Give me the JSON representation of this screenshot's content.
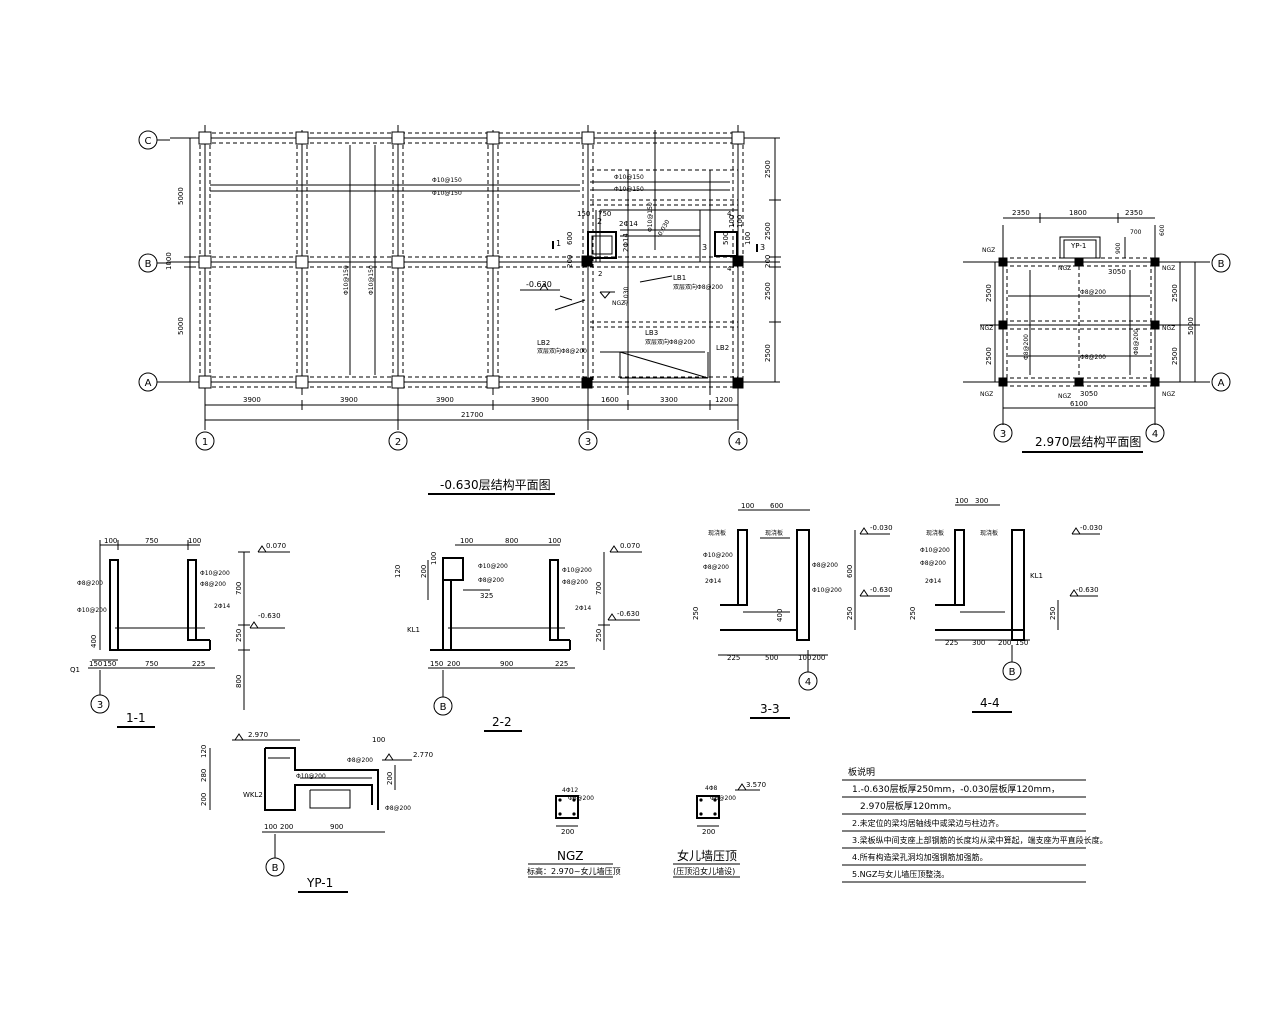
{
  "main_plan": {
    "title": "-0.630层结构平面图",
    "axes_h": [
      "A",
      "B",
      "C"
    ],
    "axes_v": [
      "1",
      "2",
      "3",
      "4"
    ],
    "dims_bottom": [
      "3900",
      "3900",
      "3900",
      "3900",
      "1600",
      "3300",
      "1200"
    ],
    "dim_total": "21700",
    "dims_left": [
      "5000",
      "1000",
      "5000"
    ],
    "dims_right": [
      "2500",
      "2500",
      "200",
      "2500",
      "2500"
    ],
    "rebar_h1": "Φ10@150",
    "rebar_h2": "Φ10@150",
    "rebar_v1": "Φ10@150",
    "rebar_v2": "Φ10@150",
    "rebar_s1": "Φ10@150",
    "rebar_s2": "Φ10@150",
    "elev_1": "-0.630",
    "elev_2": "-0.030",
    "elev_3": "-0.030",
    "lb1": "LB1",
    "lb1_note": "双层双向Φ8@200",
    "lb2": "LB2",
    "lb2_note": "双层双向Φ8@200",
    "lb3": "LB3",
    "lb3_note": "双层双向Φ8@200",
    "lb2_right": "LB2",
    "sec_1": "1",
    "sec_2": "2",
    "sec_3": "3",
    "sec_4": "4",
    "pit_dims": [
      "150",
      "750",
      "600",
      "100",
      "200",
      "100",
      "500",
      "100"
    ],
    "pit_bars": [
      "2Φ14",
      "2Φ14",
      "Φ10@150"
    ],
    "ngz": "NGZ"
  },
  "upper_plan": {
    "title": "2.970层结构平面图",
    "axes_h": [
      "B",
      "A"
    ],
    "axes_v": [
      "3",
      "4"
    ],
    "dims_top": [
      "2350",
      "1800",
      "2350"
    ],
    "dim_total": "6100",
    "dims_left": [
      "2500",
      "2500"
    ],
    "dims_right": [
      "2500",
      "2500"
    ],
    "dim_outer": "5000",
    "yp": "YP-1",
    "yp_dims": [
      "900",
      "700",
      "600"
    ],
    "beam_dim_top": "3050",
    "beam_dim_bottom": "3050",
    "rebar": [
      "Φ8@200",
      "Φ8@200",
      "Φ8@200",
      "Φ8@200"
    ],
    "ngz": "NGZ"
  },
  "sections": {
    "s11": {
      "title": "1-1",
      "axis": "3",
      "dims_top": [
        "100",
        "750",
        "100"
      ],
      "dims_bottom": [
        "150",
        "150",
        "750",
        "225"
      ],
      "dims_right": [
        "700",
        "250",
        "800"
      ],
      "dims_left": [
        "400"
      ],
      "bars": [
        "Φ8@200",
        "Φ10@200",
        "Φ10@200",
        "Φ8@200",
        "2Φ14"
      ],
      "elev": [
        "0.070",
        "-0.630"
      ],
      "label": "Q1"
    },
    "s22": {
      "title": "2-2",
      "axis": "B",
      "dims_top": [
        "100",
        "800",
        "100"
      ],
      "dims_bottom": [
        "150",
        "200",
        "900",
        "225"
      ],
      "dims_right": [
        "700",
        "250"
      ],
      "dims_left": [
        "120",
        "200",
        "100"
      ],
      "dim_mid": "325",
      "bars": [
        "Φ10@200",
        "Φ8@200",
        "Φ10@200",
        "Φ8@200",
        "2Φ14"
      ],
      "elev": [
        "0.070",
        "-0.630"
      ],
      "label": "KL1"
    },
    "s33": {
      "title": "3-3",
      "axis": "4",
      "dims_top": [
        "100",
        "600"
      ],
      "dims_bottom": [
        "225",
        "500",
        "100",
        "200"
      ],
      "dims_right": [
        "600",
        "250"
      ],
      "dims_left": [
        "250",
        "400"
      ],
      "bars": [
        "Φ10@200",
        "Φ8@200",
        "2Φ14",
        "Φ8@200",
        "Φ10@200"
      ],
      "tags": [
        "现浇板",
        "现浇板"
      ],
      "elev": [
        "-0.030",
        "-0.630"
      ]
    },
    "s44": {
      "title": "4-4",
      "axis": "B",
      "dims_top": [
        "100",
        "300"
      ],
      "dims_bottom": [
        "225",
        "300",
        "200",
        "150"
      ],
      "dims_right": [
        "250"
      ],
      "dims_left": [
        "250"
      ],
      "bars": [
        "Φ10@200",
        "Φ8@200",
        "2Φ14"
      ],
      "tags": [
        "现浇板",
        "现浇板"
      ],
      "elev": [
        "-0.030",
        "-0.630"
      ],
      "label": "KL1"
    }
  },
  "yp1": {
    "title": "YP-1",
    "axis": "B",
    "elev": [
      "2.970",
      "2.770"
    ],
    "dims_left": [
      "120",
      "280",
      "200"
    ],
    "dims_right": [
      "100",
      "200"
    ],
    "dims_bottom": [
      "100",
      "200",
      "900"
    ],
    "bars": [
      "Φ8@200",
      "Φ10@200",
      "Φ8@200"
    ],
    "label": "WKL2"
  },
  "ngz_detail": {
    "title": "NGZ",
    "subtitle": "标高：2.970~女儿墙压顶",
    "top": "4Φ12",
    "stirrup": "Φ6@200",
    "dim": "200"
  },
  "parapet_detail": {
    "title": "女儿墙压顶",
    "subtitle": "(压顶沿女儿墙设)",
    "top": "4Φ8",
    "stirrup": "Φ6@200",
    "dim": "200",
    "elev": "3.570"
  },
  "notes": {
    "heading": "板说明",
    "lines": [
      "1.-0.630层板厚250mm，-0.030层板厚120mm，",
      "2.970层板厚120mm。",
      "2.未定位的梁均居轴线中或梁边与柱边齐。",
      "3.梁板纵中间支座上部钢筋的长度均从梁中算起，端支座为平直段长度。",
      "4.所有构造梁孔洞均加强钢筋加强筋。",
      "5.NGZ与女儿墙压顶整浇。"
    ]
  }
}
